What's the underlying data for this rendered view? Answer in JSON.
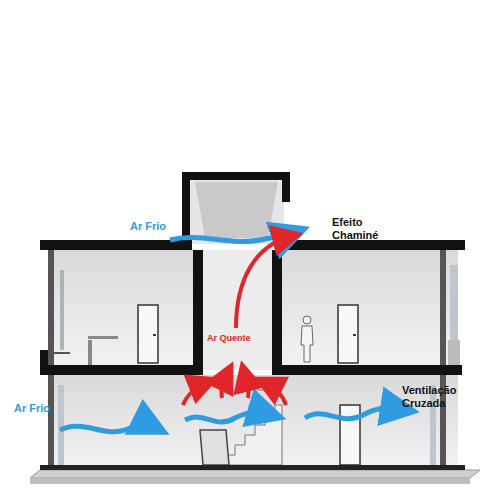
{
  "diagram": {
    "labels": [
      "Ar Frio",
      "Efeito Chaminé",
      "Ar Quente",
      "Ar Frio",
      "Ventilação Cruzada"
    ]
  }
}
